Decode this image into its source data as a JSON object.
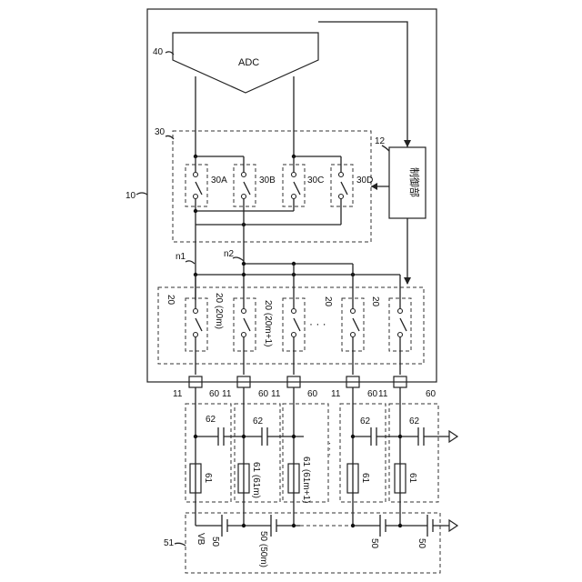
{
  "labels": {
    "adc_text": "ADC",
    "adc_ref": "40",
    "switch_group_ref": "30",
    "switch_a": "30A",
    "switch_b": "30B",
    "switch_c": "30C",
    "switch_d": "30D",
    "controller_ref": "12",
    "controller_text": "制御部",
    "device_ref": "10",
    "node_n1": "n1",
    "node_n2": "n2",
    "sw20_1": "20",
    "sw20_2": "20 (20m)",
    "sw20_3": "20 (20m+1)",
    "sw20_4": "20",
    "sw20_5": "20",
    "ellipsis": "· · ·",
    "ellipsis_lower": "· · ·",
    "terminal_ref": "11",
    "module_ref": "60",
    "cap_ref": "62",
    "res_1": "61",
    "res_2": "61 (61m)",
    "res_3": "61 (61m+1)",
    "res_4": "61",
    "res_5": "61",
    "battery_group_ref": "51",
    "vb": "VB",
    "batt_1": "50",
    "batt_2": "50 (50m)",
    "batt_3": "50",
    "batt_4": "50"
  }
}
